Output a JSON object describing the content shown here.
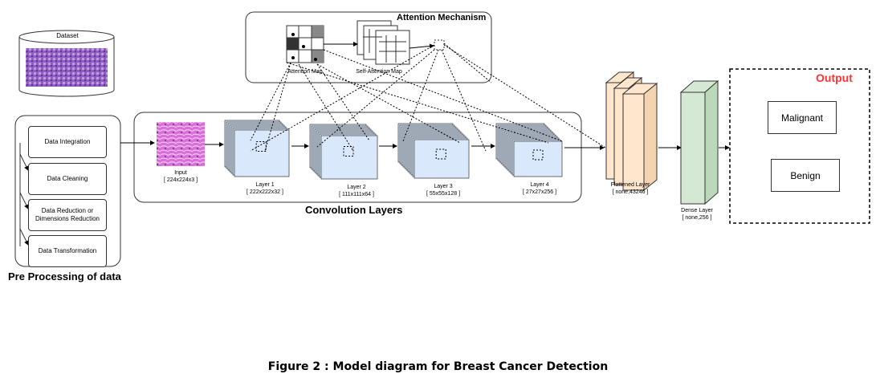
{
  "dataset": {
    "label": "Dataset"
  },
  "preprocessing": {
    "title": "Pre Processing of data",
    "steps": [
      "Data Integration",
      "Data Cleaning",
      "Data Reduction or Dimensions Reduction",
      "Data Transformation"
    ]
  },
  "attention": {
    "title": "Attention Mechanism",
    "map_label": "Attention Map",
    "self_map_label": "Self-Attention Map"
  },
  "convolution": {
    "title": "Convolution Layers",
    "input": {
      "name": "Input",
      "shape": "[ 224x224x3 ]"
    },
    "layers": [
      {
        "name": "Layer 1",
        "shape": "[ 222x222x32 ]"
      },
      {
        "name": "Layer 2",
        "shape": "[ 111x111x64 ]"
      },
      {
        "name": "Layer 3",
        "shape": "[ 55x55x128 ]"
      },
      {
        "name": "Layer 4",
        "shape": "[ 27x27x256 ]"
      }
    ]
  },
  "flattened": {
    "name": "Flattened Layer",
    "shape": "[ none,43246 ]"
  },
  "dense": {
    "name": "Dense Layer",
    "shape": "[ none,256 ]"
  },
  "output": {
    "title": "Output",
    "classes": [
      "Malignant",
      "Benign"
    ],
    "title_color": "#ff3333"
  },
  "caption": "Figure 2 : Model diagram for Breast Cancer Detection",
  "colors": {
    "layer_fill": "#dae8fc",
    "flatten_fill": "#ffe6cc",
    "dense_fill": "#d5e8d4",
    "image_fill": "#c267d8"
  }
}
